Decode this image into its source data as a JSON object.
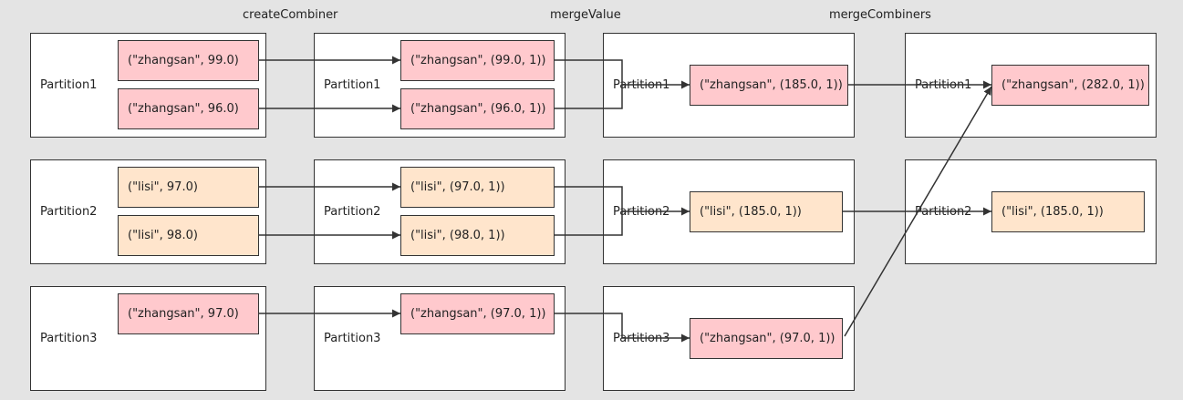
{
  "stages": {
    "create_combiner": "createCombiner",
    "merge_value": "mergeValue",
    "merge_combiners": "mergeCombiners"
  },
  "col1": {
    "p1": {
      "label": "Partition1",
      "r1": "(\"zhangsan\", 99.0)",
      "r2": "(\"zhangsan\", 96.0)"
    },
    "p2": {
      "label": "Partition2",
      "r1": "(\"lisi\", 97.0)",
      "r2": "(\"lisi\", 98.0)"
    },
    "p3": {
      "label": "Partition3",
      "r1": "(\"zhangsan\", 97.0)"
    }
  },
  "col2": {
    "p1": {
      "label": "Partition1",
      "r1": "(\"zhangsan\", (99.0, 1))",
      "r2": "(\"zhangsan\", (96.0, 1))"
    },
    "p2": {
      "label": "Partition2",
      "r1": "(\"lisi\", (97.0, 1))",
      "r2": "(\"lisi\", (98.0, 1))"
    },
    "p3": {
      "label": "Partition3",
      "r1": "(\"zhangsan\", (97.0, 1))"
    }
  },
  "col3": {
    "p1": {
      "label": "Partition1",
      "r1": "(\"zhangsan\", (185.0, 1))"
    },
    "p2": {
      "label": "Partition2",
      "r1": "(\"lisi\", (185.0, 1))"
    },
    "p3": {
      "label": "Partition3",
      "r1": "(\"zhangsan\", (97.0, 1))"
    }
  },
  "col4": {
    "p1": {
      "label": "Partition1",
      "r1": "(\"zhangsan\", (282.0, 1))"
    },
    "p2": {
      "label": "Partition2",
      "r1": "(\"lisi\", (185.0, 1))"
    }
  },
  "colors": {
    "pink": "#ffc9cd",
    "peach": "#ffe5cc",
    "border": "#333333"
  }
}
